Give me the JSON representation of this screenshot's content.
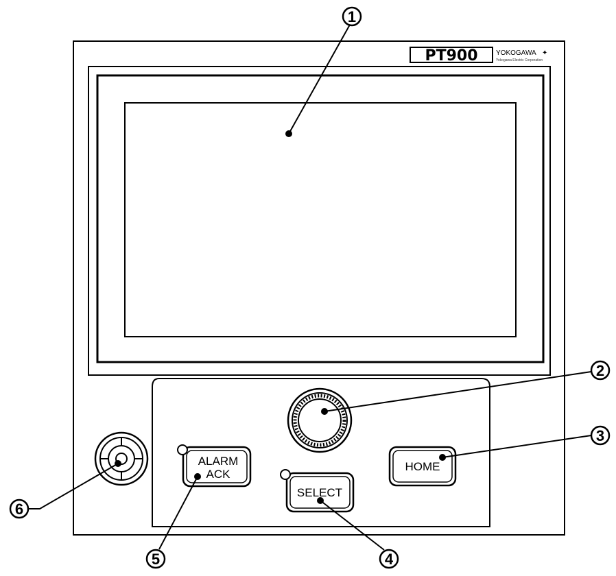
{
  "logo": {
    "model": "PT900",
    "brand": "YOKOGAWA",
    "brand_mark": "✦",
    "tagline": "Yokogawa Electric Corporation"
  },
  "buttons": {
    "alarm_ack_line1": "ALARM",
    "alarm_ack_line2": "ACK",
    "select": "SELECT",
    "home": "HOME"
  },
  "callouts": {
    "display": "1",
    "rotary_knob": "2",
    "home_button": "3",
    "select_button": "4",
    "alarm_ack_button": "5",
    "buzzer": "6"
  }
}
